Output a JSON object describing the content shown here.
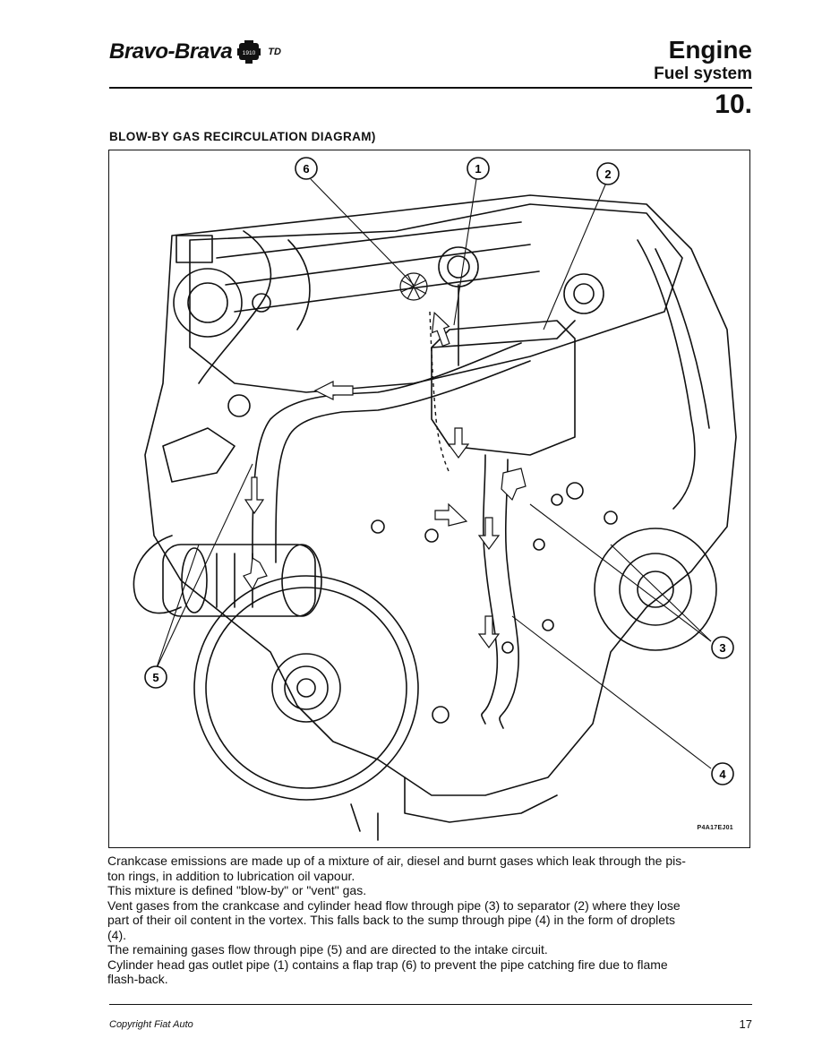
{
  "header": {
    "brand": "Bravo-Brava",
    "badge_text": "1910",
    "variant": "TD",
    "section": "Engine",
    "subsection": "Fuel system",
    "section_number": "10."
  },
  "figure": {
    "title": "BLOW-BY GAS RECIRCULATION DIAGRAM)",
    "code": "P4A17EJ01",
    "callouts": [
      "6",
      "1",
      "2",
      "3",
      "4",
      "5"
    ]
  },
  "body": {
    "lines": [
      "Crankcase emissions are made up of a mixture of air, diesel and burnt gases which leak through the pis-",
      "ton rings, in addition to lubrication oil vapour.",
      "This mixture is defined \"blow-by\" or \"vent\" gas.",
      "Vent gases from the crankcase and cylinder head flow through pipe (3) to separator (2) where they lose",
      "part of their oil content in the vortex. This falls back to the sump through pipe (4) in the form of droplets",
      "(4).",
      "The remaining gases flow through pipe (5) and are directed to the intake circuit.",
      "Cylinder head gas outlet pipe (1) contains a flap trap (6) to prevent the pipe catching fire due to flame",
      "flash-back."
    ]
  },
  "footer": {
    "copyright": "Copyright Fiat Auto",
    "page": "17"
  }
}
